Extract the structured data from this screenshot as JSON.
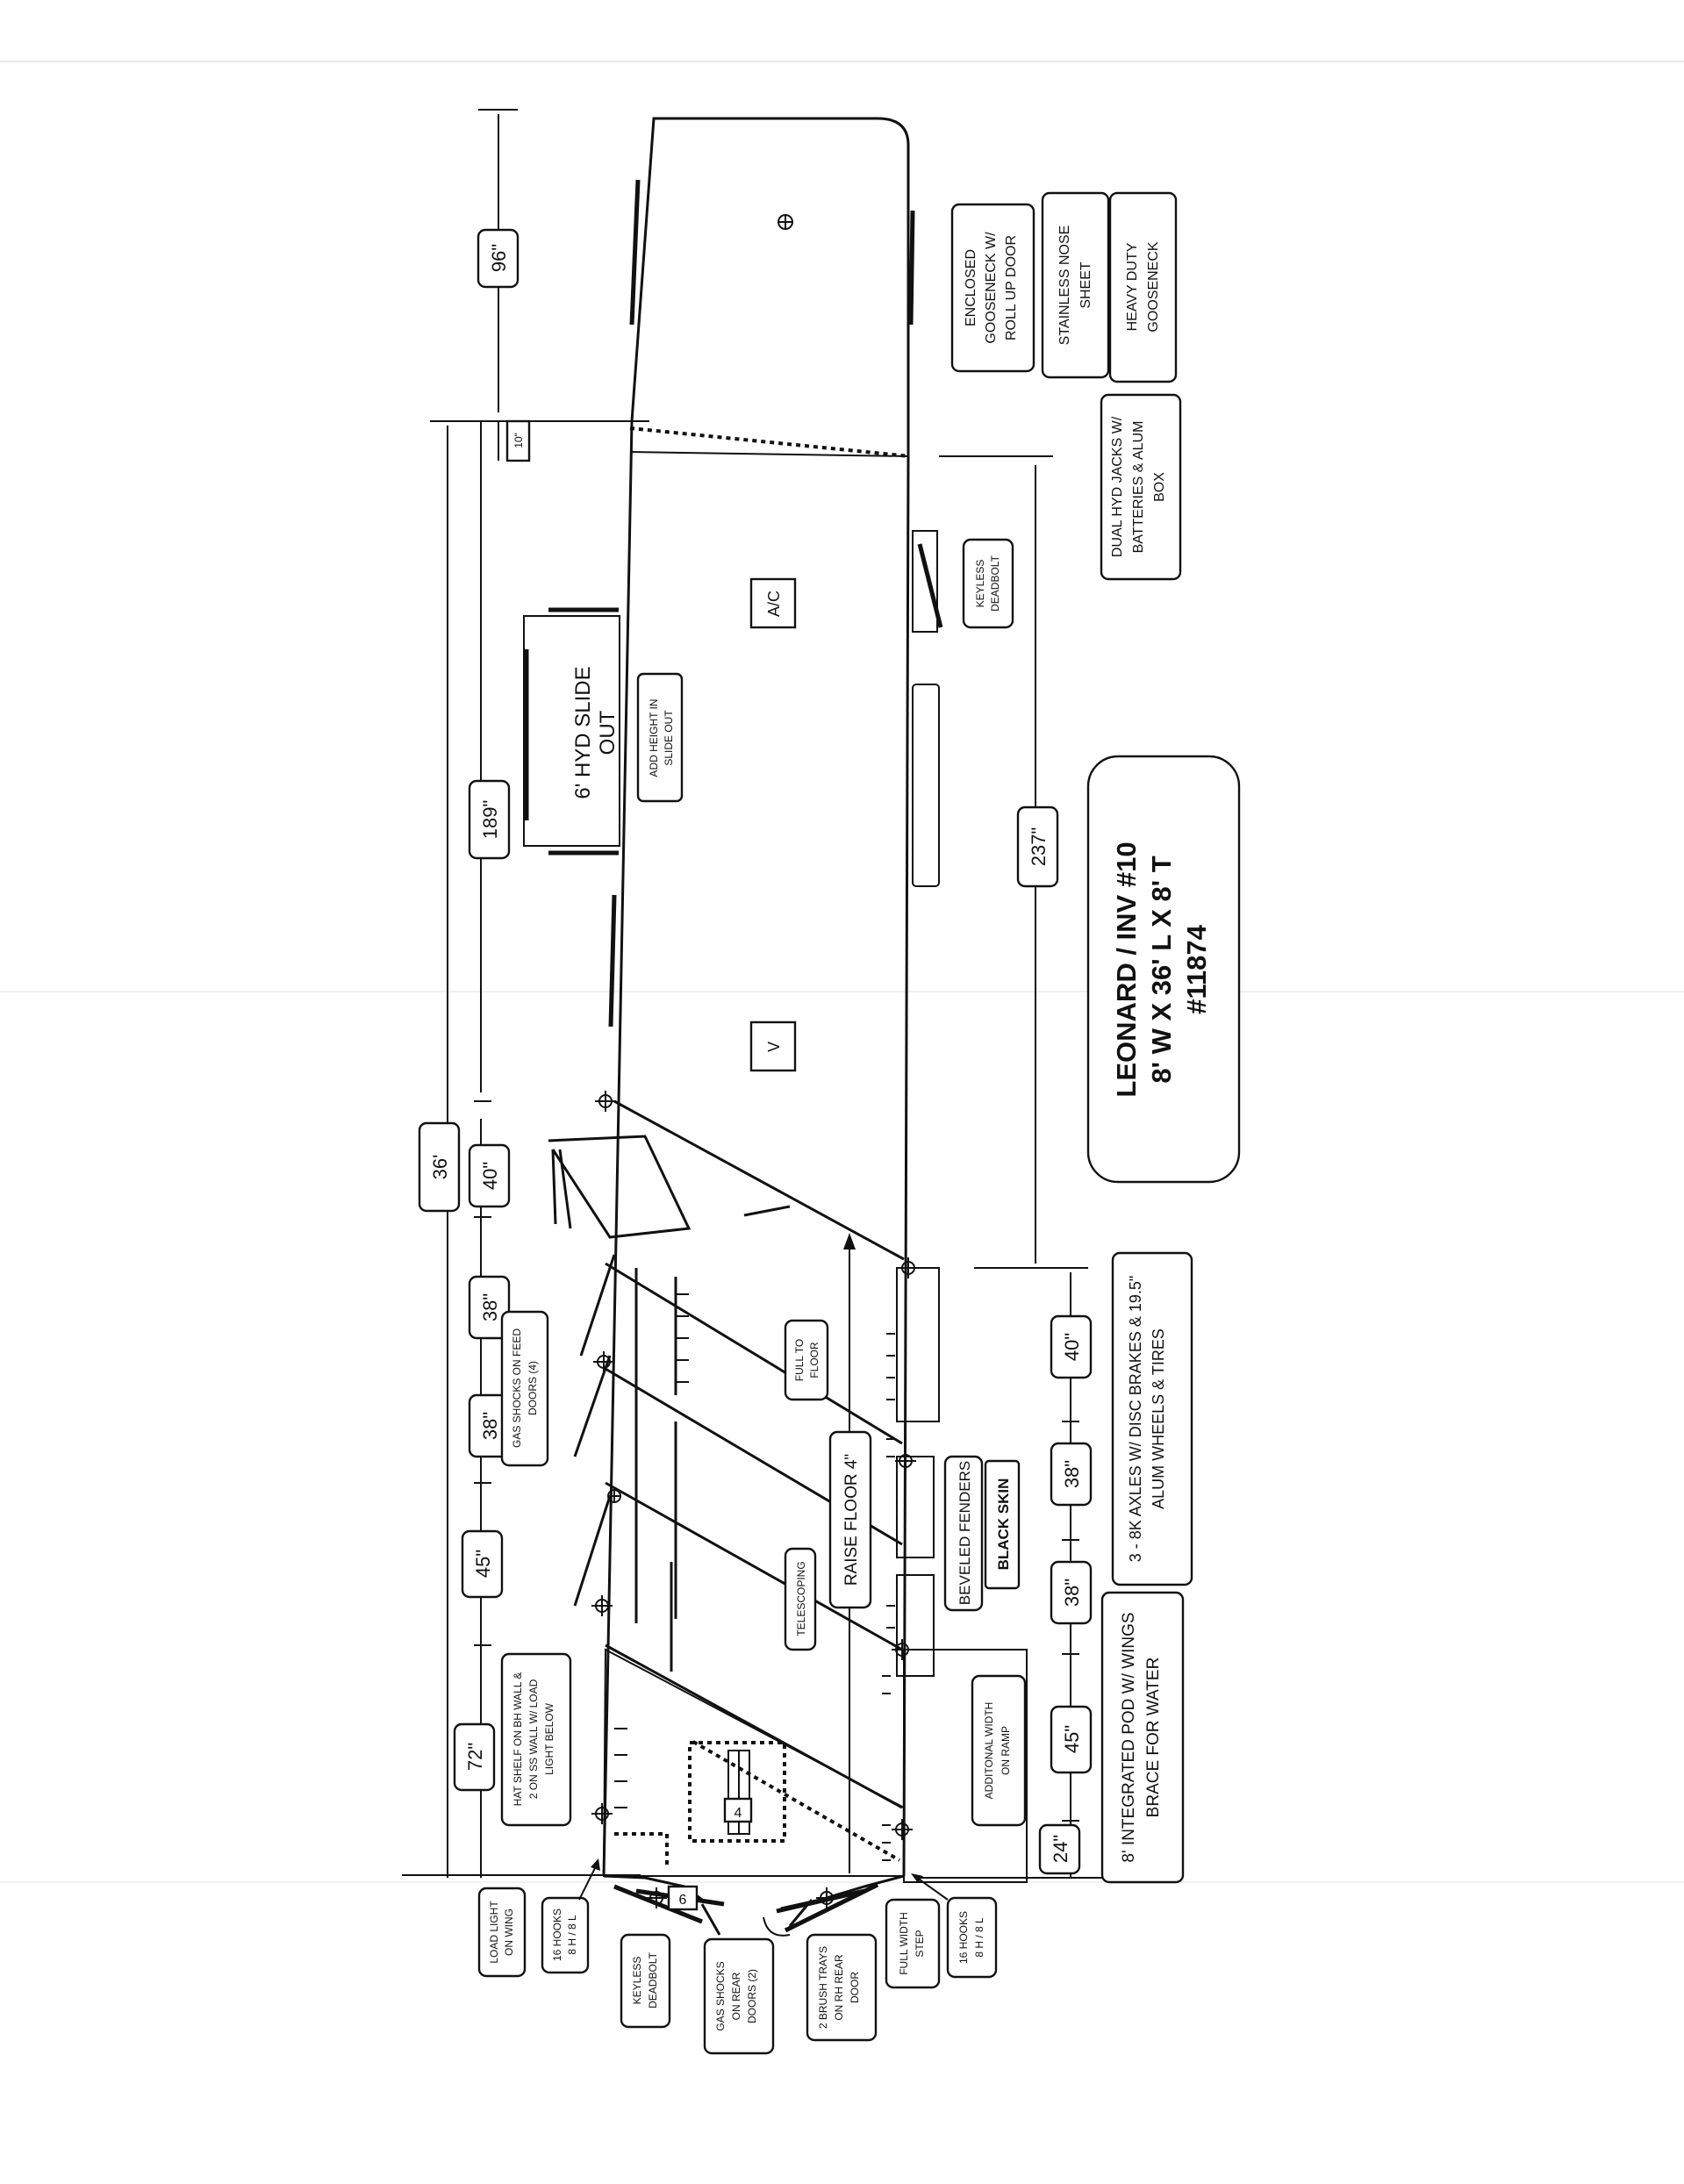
{
  "title": {
    "line1": "LEONARD / INV #10",
    "line2": "8' W X 36' L X 8' T",
    "line3": "#11874"
  },
  "dimensions": {
    "top": [
      "96\"",
      "10\"",
      "189\"",
      "36'",
      "40\"",
      "38\"",
      "38\"",
      "45\"",
      "72\""
    ],
    "bottom": [
      "237\"",
      "40\"",
      "38\"",
      "38\"",
      "45\"",
      "24\""
    ]
  },
  "interior_labels": {
    "ac": "A/C",
    "vent": "V",
    "slide_out": "6' HYD SLIDE OUT",
    "add_height": "ADD HEIGHT IN SLIDE OUT",
    "full_to_floor": "FULL TO FLOOR",
    "raise_floor": "RAISE FLOOR 4\"",
    "telescoping": "TELESCOPING",
    "hat_shelf": "HAT SHELF ON BH WALL & 2 ON SS WALL W/ LOAD LIGHT BELOW",
    "gas_shocks_feed": "GAS SHOCKS ON FEED DOORS (4)",
    "keyless_deadbolt_side": "KEYLESS DEADBOLT",
    "additional_width": "ADDITONAL WIDTH ON RAMP",
    "beveled_fenders": "BEVELED FENDERS",
    "black_skin": "BLACK SKIN",
    "num_4": "4",
    "num_6": "6"
  },
  "right_notes": {
    "enclosed_gooseneck": "ENCLOSED GOOSENECK W/ ROLL UP DOOR",
    "stainless_nose": "STAINLESS NOSE SHEET",
    "heavy_duty_gooseneck": "HEAVY DUTY GOOSENECK",
    "dual_hyd_jacks": "DUAL HYD JACKS W/ BATTERIES & ALUM BOX",
    "axles": "3 - 8K AXLES W/ DISC BRAKES & 19.5\" ALUM WHEELS & TIRES",
    "integrated_pod": "8' INTEGRATED POD W/ WINGS BRACE FOR WATER"
  },
  "rear_notes": {
    "load_light_wing": "LOAD LIGHT ON WING",
    "hooks_left": "16 HOOKS 8 H / 8 L",
    "keyless_deadbolt_rear": "KEYLESS DEADBOLT",
    "gas_shocks_rear": "GAS SHOCKS ON REAR DOORS (2)",
    "brush_trays": "2 BRUSH TRAYS ON RH REAR DOOR",
    "full_width_step": "FULL WIDTH STEP",
    "hooks_right": "16 HOOKS 8 H / 8 L"
  }
}
